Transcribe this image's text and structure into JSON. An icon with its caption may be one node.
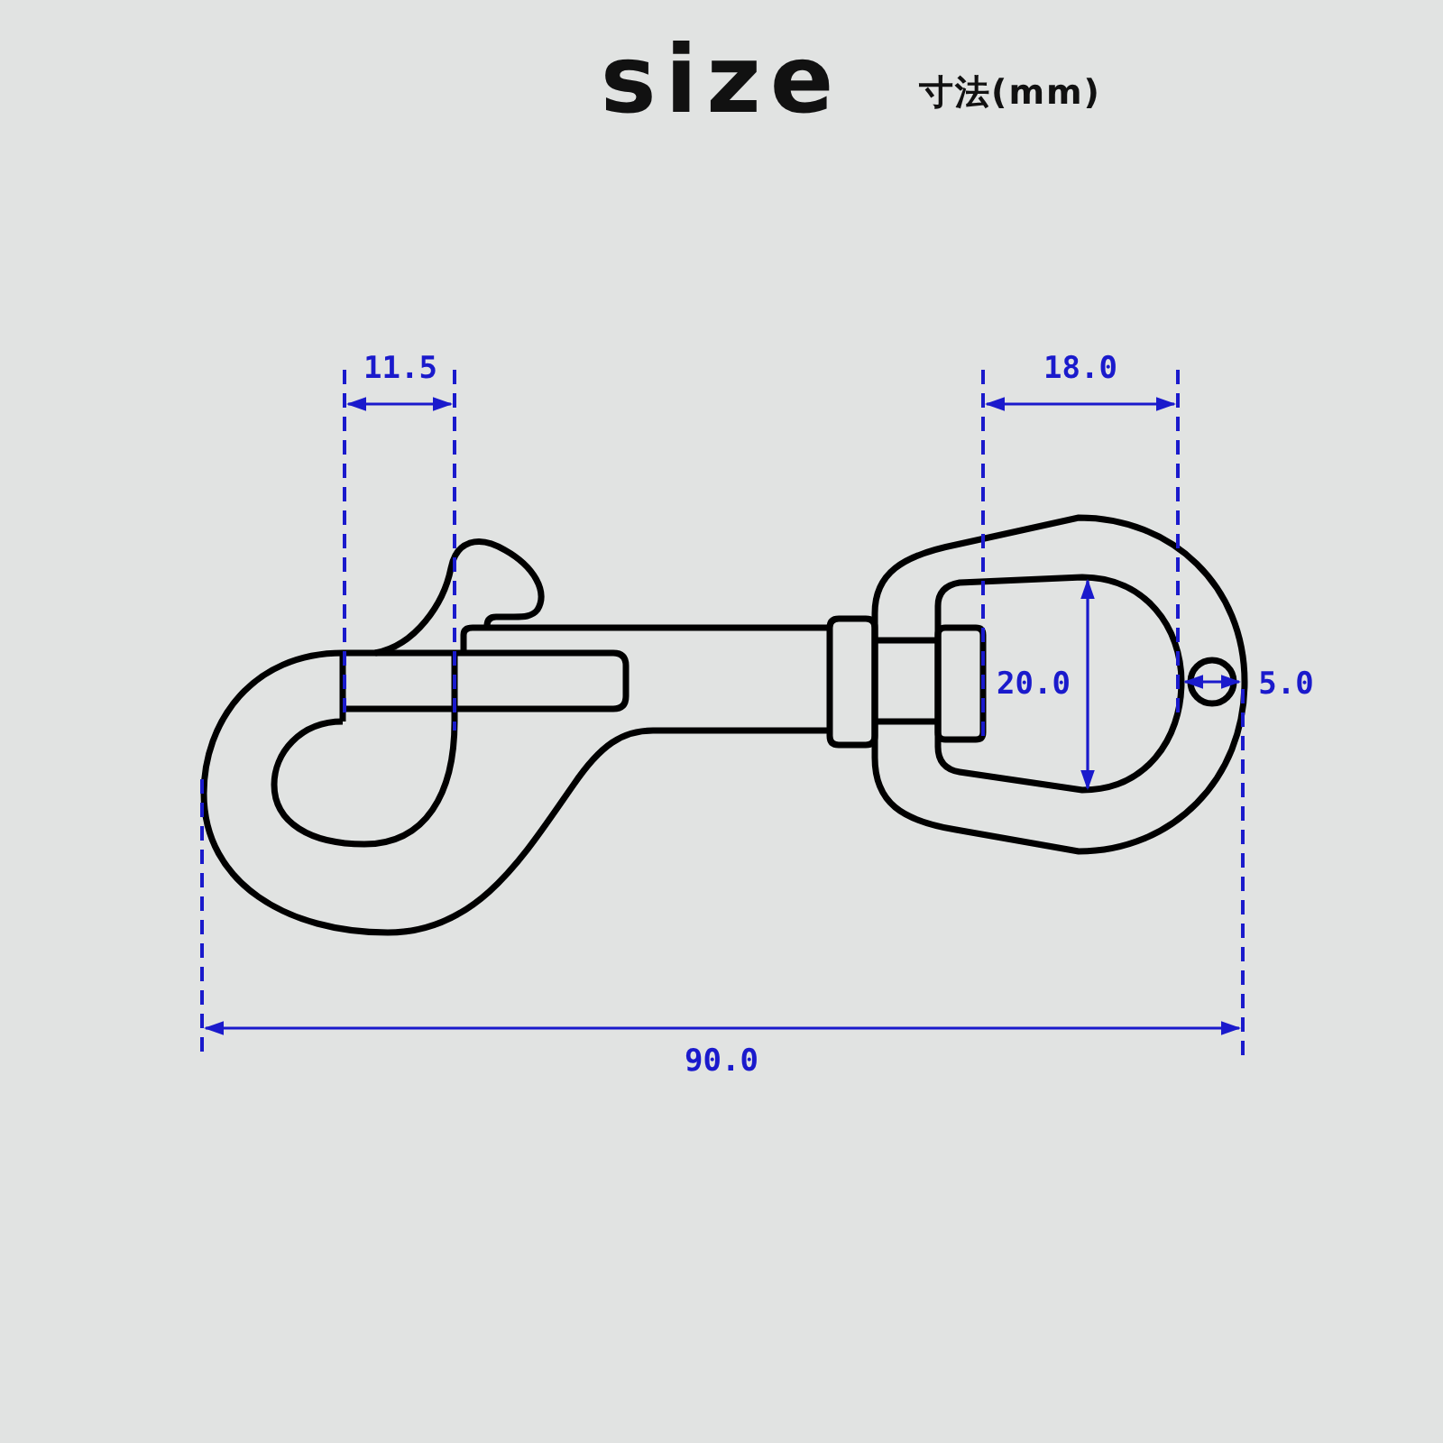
{
  "diagram": {
    "title": "size",
    "labels": [
      "寸法(mm)",
      "11.5",
      "18.0",
      "20.0",
      "5.0",
      "90.0"
    ]
  }
}
